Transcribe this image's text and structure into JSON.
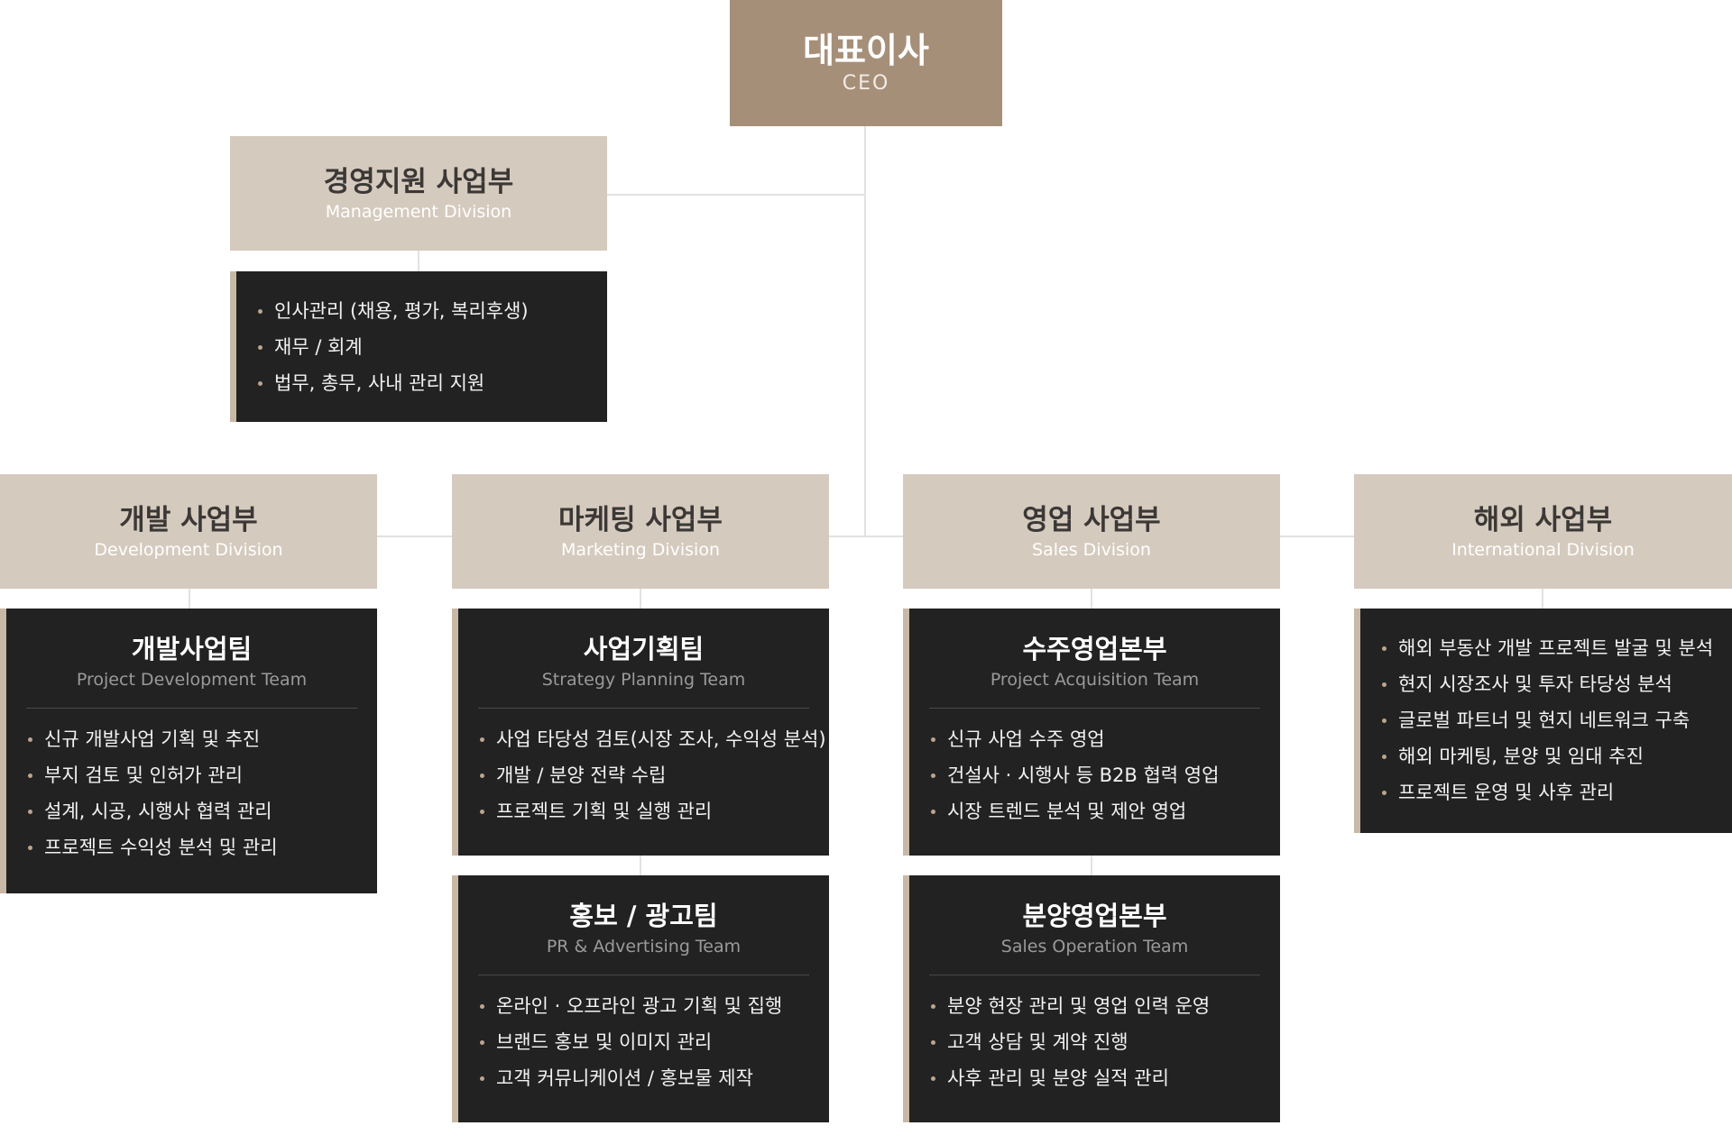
{
  "ceo": {
    "title": "대표이사",
    "subtitle": "CEO"
  },
  "management": {
    "title": "경영지원 사업부",
    "subtitle": "Management Division",
    "items": [
      "인사관리 (채용, 평가, 복리후생)",
      "재무 / 회계",
      "법무, 총무, 사내 관리 지원"
    ]
  },
  "development": {
    "title": "개발 사업부",
    "subtitle": "Development Division",
    "teams": [
      {
        "title": "개발사업팀",
        "subtitle": "Project Development Team",
        "items": [
          "신규 개발사업 기획 및 추진",
          "부지 검토 및 인허가 관리",
          "설계, 시공, 시행사 협력 관리",
          "프로젝트 수익성 분석 및 관리"
        ]
      }
    ]
  },
  "marketing": {
    "title": "마케팅 사업부",
    "subtitle": "Marketing Division",
    "teams": [
      {
        "title": "사업기획팀",
        "subtitle": "Strategy Planning Team",
        "items": [
          "사업 타당성 검토(시장 조사, 수익성 분석)",
          "개발 / 분양 전략 수립",
          "프로젝트 기획 및 실행 관리"
        ]
      },
      {
        "title": "홍보 / 광고팀",
        "subtitle": "PR & Advertising Team",
        "items": [
          "온라인 · 오프라인 광고 기획 및 집행",
          "브랜드 홍보 및 이미지 관리",
          "고객 커뮤니케이션 / 홍보물 제작"
        ]
      }
    ]
  },
  "sales": {
    "title": "영업 사업부",
    "subtitle": "Sales Division",
    "teams": [
      {
        "title": "수주영업본부",
        "subtitle": "Project Acquisition Team",
        "items": [
          "신규 사업 수주 영업",
          "건설사 · 시행사 등 B2B 협력 영업",
          "시장 트렌드 분석 및 제안 영업"
        ]
      },
      {
        "title": "분양영업본부",
        "subtitle": "Sales Operation Team",
        "items": [
          "분양 현장 관리 및 영업 인력 운영",
          "고객 상담 및 계약 진행",
          "사후 관리 및 분양 실적 관리"
        ]
      }
    ]
  },
  "international": {
    "title": "해외 사업부",
    "subtitle": "International Division",
    "items": [
      "해외 부동산 개발 프로젝트 발굴 및 분석",
      "현지 시장조사 및 투자 타당성 분석",
      "글로벌 파트너 및 현지 네트워크 구축",
      "해외 마케팅, 분양 및 임대 추진",
      "프로젝트 운영 및 사후 관리"
    ]
  },
  "colors": {
    "ceo_bg": "#a68f79",
    "division_bg": "#d5cabe",
    "team_bg": "#222222",
    "accent_bar": "#c8b8a6",
    "connector": "#e2e2e2"
  }
}
